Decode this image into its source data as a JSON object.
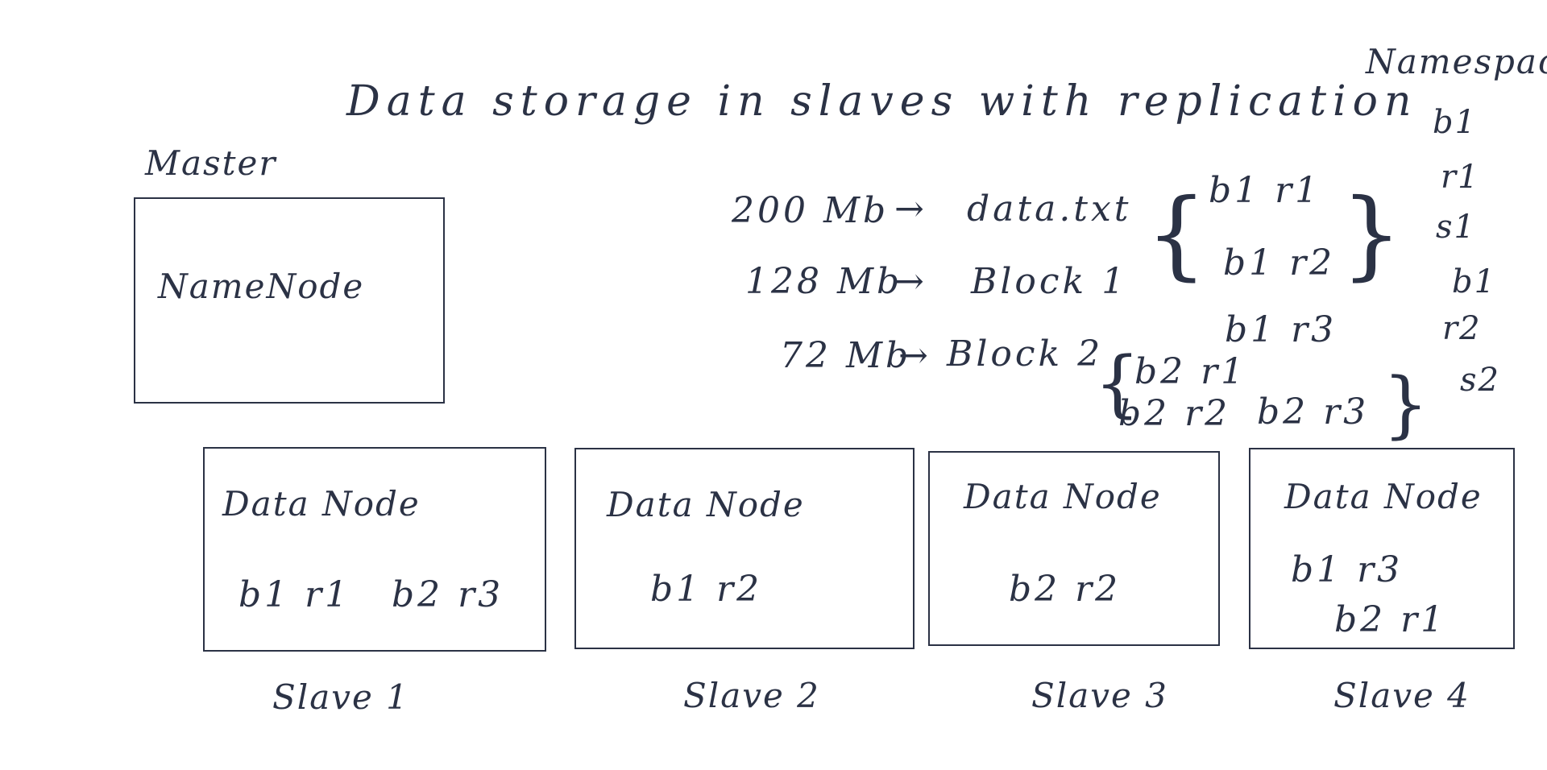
{
  "title": "Data storage in slaves with replication",
  "master": {
    "label": "Master",
    "node_label": "NameNode"
  },
  "namespace": {
    "label": "Namespace",
    "entries": [
      "b1",
      "r1",
      "s1",
      "b1",
      "r2",
      "s2"
    ]
  },
  "file_split": [
    {
      "size": "200 Mb",
      "arrow": "→",
      "target": "data.txt"
    },
    {
      "size": "128 Mb",
      "arrow": "→",
      "target": "Block 1"
    },
    {
      "size": "72 Mb",
      "arrow": "→",
      "target": "Block 2"
    }
  ],
  "block1_replicas": [
    "b1 r1",
    "b1 r2",
    "b1 r3"
  ],
  "block2_replicas": [
    "b2 r1",
    "b2 r2",
    "b2 r3"
  ],
  "slaves": [
    {
      "node_label": "Data Node",
      "blocks": [
        "b1 r1",
        "b2 r3"
      ],
      "label": "Slave 1"
    },
    {
      "node_label": "Data Node",
      "blocks": [
        "b1 r2"
      ],
      "label": "Slave 2"
    },
    {
      "node_label": "Data Node",
      "blocks": [
        "b2 r2"
      ],
      "label": "Slave 3"
    },
    {
      "node_label": "Data Node",
      "blocks": [
        "b1 r3",
        "b2 r1"
      ],
      "label": "Slave 4"
    }
  ]
}
